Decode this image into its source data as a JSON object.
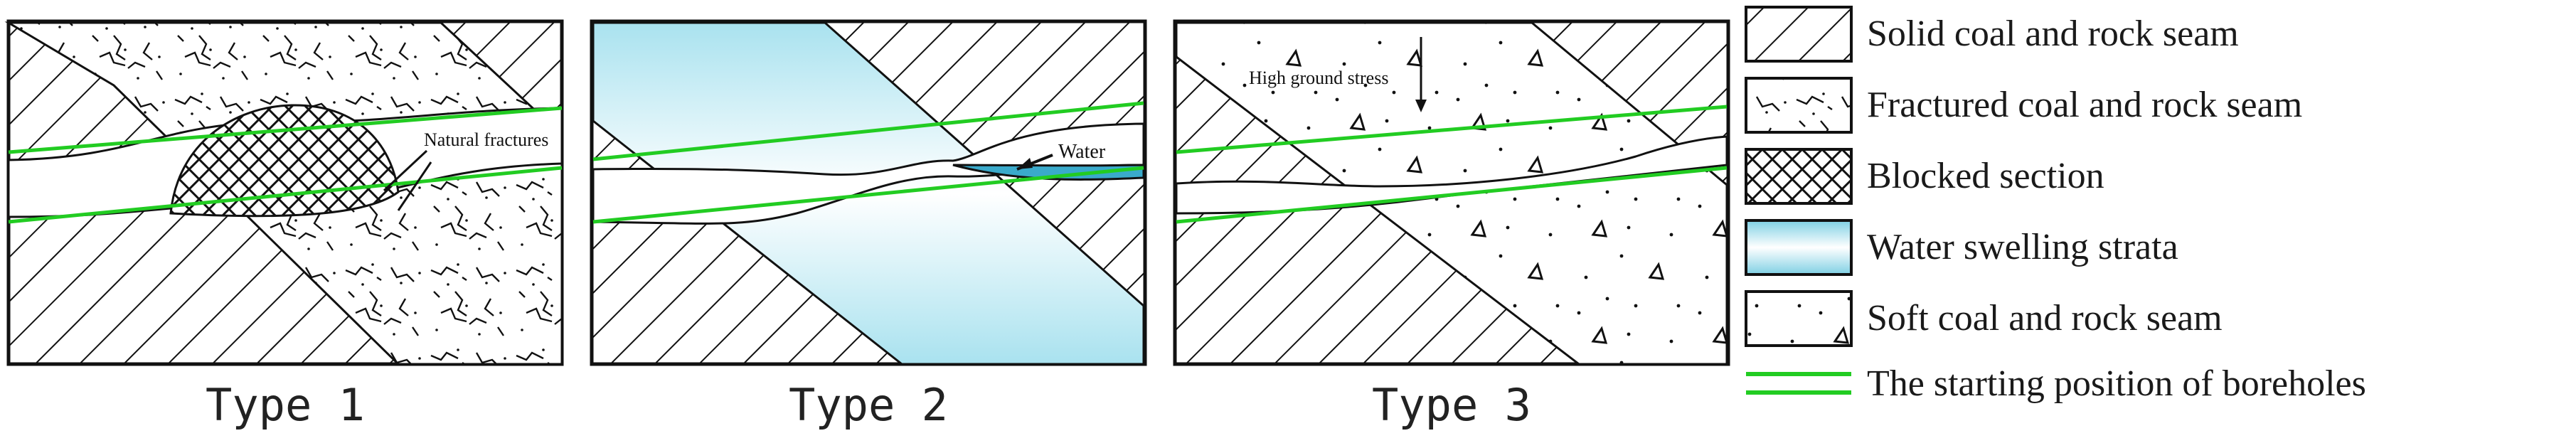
{
  "panels": [
    {
      "id": "type-1",
      "label": "Type 1",
      "annotations": [
        "Natural fractures"
      ]
    },
    {
      "id": "type-2",
      "label": "Type 2",
      "annotations": [
        "Water"
      ]
    },
    {
      "id": "type-3",
      "label": "Type 3",
      "annotations": [
        "High ground stress"
      ]
    }
  ],
  "legend": [
    {
      "key": "solid",
      "label": "Solid coal and rock seam",
      "swatch": "hatch-diagonal"
    },
    {
      "key": "fractured",
      "label": "Fractured  coal and rock seam",
      "swatch": "fracture-texture"
    },
    {
      "key": "blocked",
      "label": "Blocked section",
      "swatch": "cross-hatch"
    },
    {
      "key": "water",
      "label": "Water swelling strata",
      "swatch": "water-gradient"
    },
    {
      "key": "soft",
      "label": "Soft coal and rock seam",
      "swatch": "dots-triangles"
    },
    {
      "key": "borehole",
      "label": "The starting position of boreholes",
      "swatch": "green-lines"
    }
  ],
  "colors": {
    "borehole_line": "#22cc22",
    "water": "#5bc4dc",
    "outline": "#111111",
    "hatch": "#111111"
  }
}
